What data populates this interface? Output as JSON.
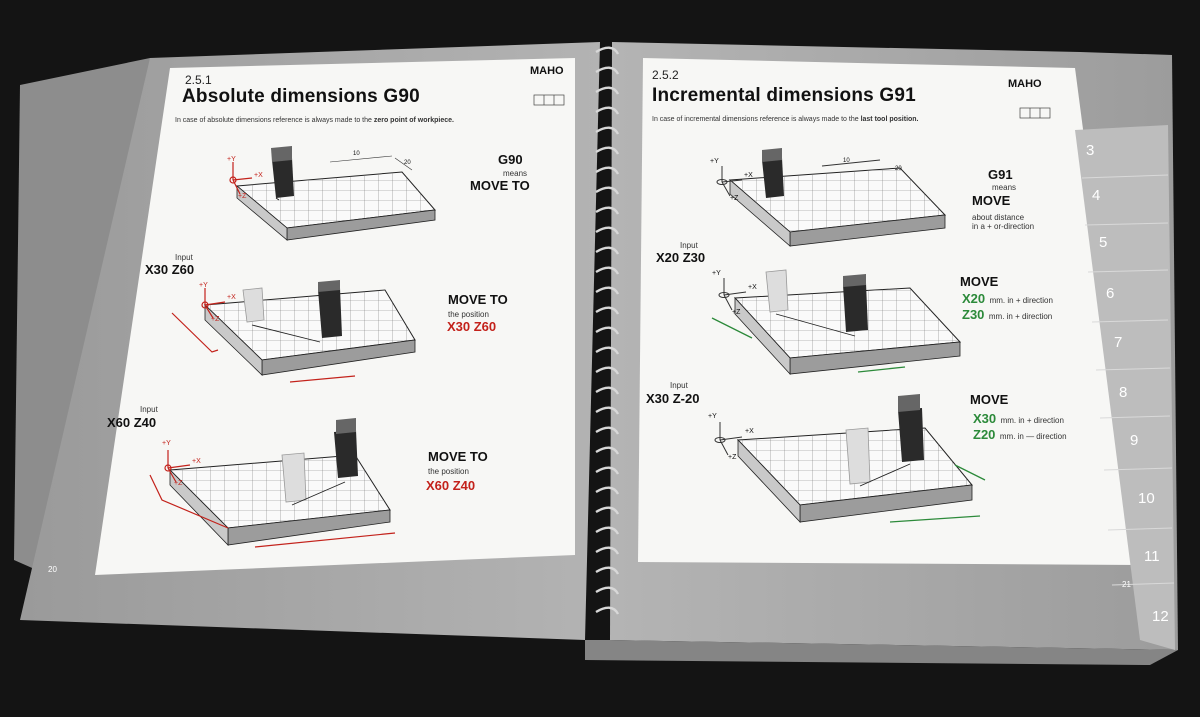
{
  "left_page": {
    "section": "2.5.1",
    "brand": "MAHO",
    "title": "Absolute dimensions G90",
    "desc_pre": "In case of absolute dimensions reference is always made to the ",
    "desc_bold": "zero point of workpiece.",
    "g_code": "G90",
    "means": "means",
    "move_to_1": "MOVE TO",
    "input_1_label": "Input",
    "input_1_value": "X30  Z60",
    "move_to_2": "MOVE TO",
    "the_position_2": "the position",
    "pos_2": "X30  Z60",
    "input_2_label": "Input",
    "input_2_value": "X60  Z40",
    "move_to_3": "MOVE TO",
    "the_position_3": "the position",
    "pos_3": "X60  Z40",
    "page_number": "20"
  },
  "right_page": {
    "section": "2.5.2",
    "brand": "MAHO",
    "title": "Incremental dimensions G91",
    "desc_pre": "In case of incremental dimensions reference is always made to the ",
    "desc_bold": "last tool position.",
    "g_code": "G91",
    "means": "means",
    "move_1": "MOVE",
    "about_1": "about distance",
    "about_2": "in a + or-direction",
    "input_1_label": "Input",
    "input_1_value": "X20  Z30",
    "move_2": "MOVE",
    "m2_x": "X20",
    "m2_x_text": "mm. in + direction",
    "m2_z": "Z30",
    "m2_z_text": "mm. in + direction",
    "input_2_label": "Input",
    "input_2_value": "X30  Z-20",
    "move_3": "MOVE",
    "m3_x": "X30",
    "m3_x_text": "mm. in + direction",
    "m3_z": "Z20",
    "m3_z_text": "mm. in — direction",
    "page_number": "21"
  },
  "axis_labels": {
    "y": "+Y",
    "x": "+X",
    "z": "+Z"
  },
  "dim_labels": {
    "a": "10",
    "b": "20"
  },
  "tabs": [
    "3",
    "4",
    "5",
    "6",
    "7",
    "8",
    "9",
    "10",
    "11",
    "12"
  ],
  "colors": {
    "background": "#141414",
    "page_frame": "#a8a8a8",
    "page_white": "#f7f7f5",
    "accent_red": "#c3221b",
    "accent_green": "#2c8a3a"
  }
}
